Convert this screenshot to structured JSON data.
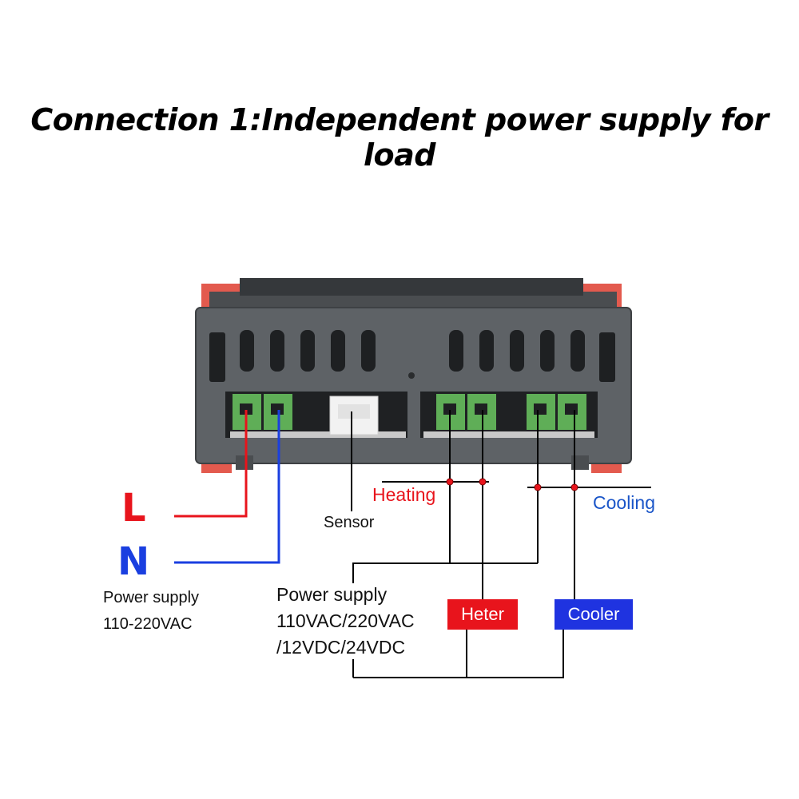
{
  "title": "Connection 1:Independent power supply for load",
  "labels": {
    "L": "L",
    "N": "N",
    "left_supply_line1": "Power supply",
    "left_supply_line2": "110-220VAC",
    "sensor": "Sensor",
    "heating": "Heating",
    "cooling": "Cooling",
    "load_supply_line1": "Power supply",
    "load_supply_line2": "110VAC/220VAC",
    "load_supply_line3": "/12VDC/24VDC",
    "heater_box": "Heter",
    "cooler_box": "Cooler"
  },
  "colors": {
    "live_wire": "#e8141c",
    "neutral_wire": "#1a3fe0",
    "heating_text": "#e8141c",
    "cooling_text": "#1a55c8",
    "heater_box": "#e8141c",
    "cooler_box": "#1f33e0",
    "housing": "#5e6266",
    "terminal": "#5fae57",
    "clip": "#e35a4e"
  }
}
